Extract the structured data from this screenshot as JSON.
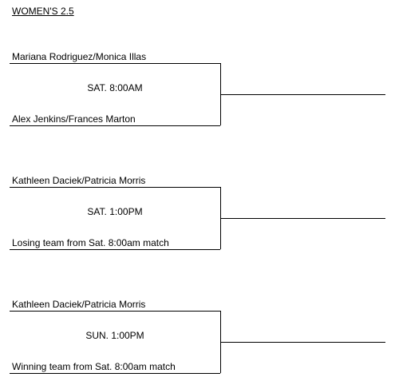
{
  "title": "WOMEN'S 2.5",
  "matches": [
    {
      "team_top": "Mariana Rodriguez/Monica Illas",
      "time": "SAT. 8:00AM",
      "team_bottom": "Alex Jenkins/Frances Marton"
    },
    {
      "team_top": "Kathleen Daciek/Patricia Morris",
      "time": "SAT. 1:00PM",
      "team_bottom": "Losing team from Sat. 8:00am match"
    },
    {
      "team_top": "Kathleen Daciek/Patricia Morris",
      "time": "SUN. 1:00PM",
      "team_bottom": "Winning team from Sat. 8:00am match"
    }
  ]
}
